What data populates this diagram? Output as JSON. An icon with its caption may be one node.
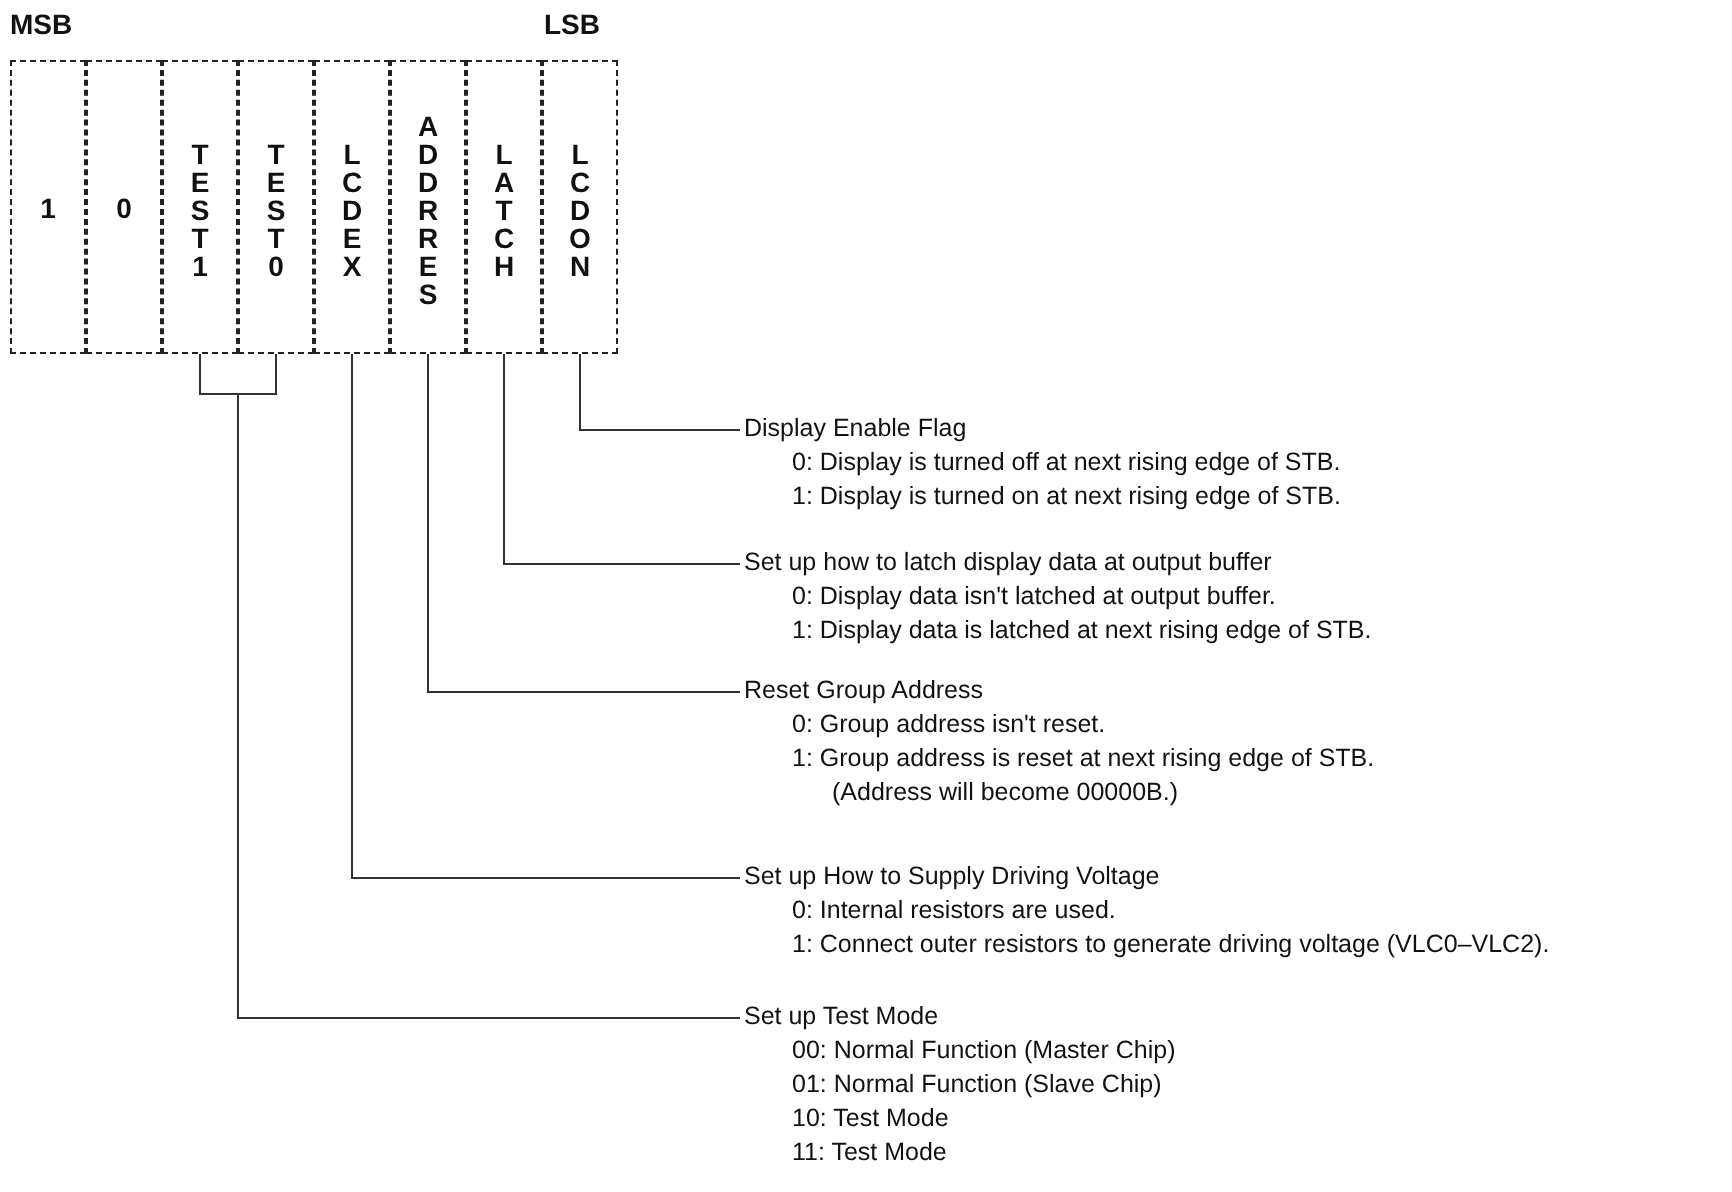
{
  "diagram": {
    "nodes": [
      {
        "text": [
          "1"
        ]
      },
      {
        "text": [
          "0"
        ]
      },
      {
        "text": [
          "TEST1"
        ]
      },
      {
        "text": [
          "TEST0"
        ]
      },
      {
        "text": [
          "LCDEX"
        ]
      },
      {
        "text": [
          "ADDRRES"
        ]
      },
      {
        "text": [
          "LATCH"
        ]
      },
      {
        "text": [
          "LCDON"
        ]
      },
      {
        "text": [
          "Display Enable Flag",
          "0: Display is turned off at next rising edge of STB.",
          "1: Display is turned on at next rising edge of STB."
        ]
      },
      {
        "text": [
          "Set up how to latch display data at output buffer",
          "0: Display data isn't latched at output buffer.",
          "1: Display data is latched at next rising edge of STB."
        ]
      },
      {
        "text": [
          "Reset Group Address",
          "0: Group address isn't reset.",
          "1: Group address is reset at next rising edge of STB.",
          "(Address will become 00000B.)"
        ]
      },
      {
        "text": [
          "Set up How to Supply Driving Voltage",
          "0: Internal resistors are used.",
          "1: Connect outer resistors to generate driving voltage (VLC0–VLC2)."
        ]
      },
      {
        "text": [
          "Set up Test Mode",
          "00: Normal Function (Master Chip)",
          "01: Normal Function (Slave Chip)",
          "10: Test Mode",
          "11: Test Mode"
        ]
      }
    ],
    "edges": [
      {
        "from": 7,
        "to": 8,
        "arrow": "none"
      },
      {
        "from": 6,
        "to": 9,
        "arrow": "none"
      },
      {
        "from": 5,
        "to": 10,
        "arrow": "none"
      },
      {
        "from": 4,
        "to": 11,
        "arrow": "none"
      },
      {
        "from": 2,
        "to": 12,
        "arrow": "none"
      },
      {
        "from": 3,
        "to": 12,
        "arrow": "none"
      }
    ],
    "labels": [
      "MSB",
      "LSB"
    ]
  }
}
